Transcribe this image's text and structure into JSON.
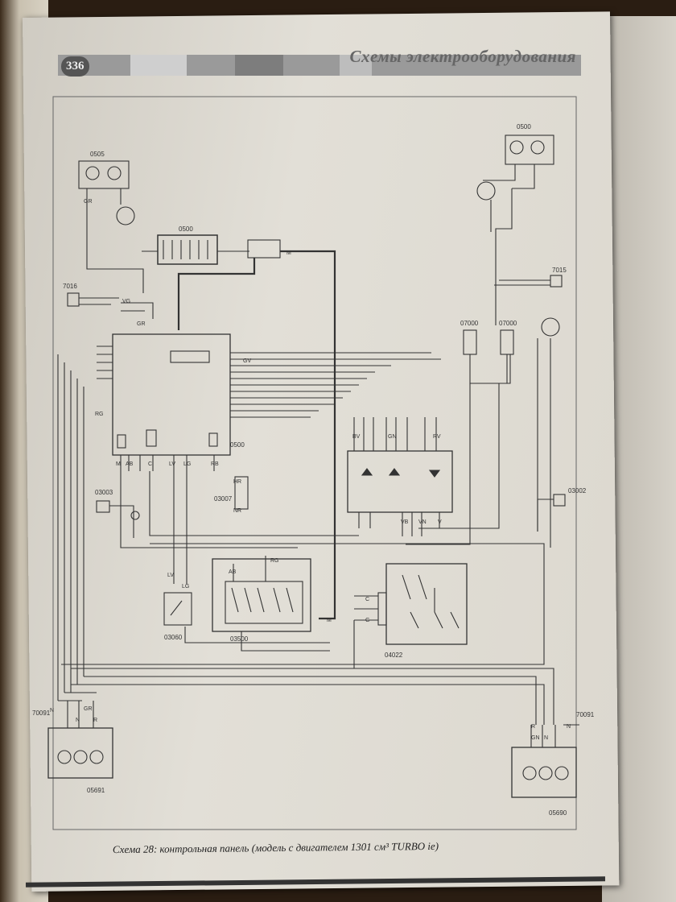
{
  "header": {
    "page_number": "336",
    "section_title": "Схемы электрооборудования"
  },
  "caption": "Схема 28: контрольная панель (модель с двигателем 1301 см³ TURBO ie)",
  "components": {
    "c0505": "0505",
    "c0500": "0500",
    "c7016": "7016",
    "c0500b": "0500",
    "c3003": "03003",
    "c3007": "03007",
    "c3060": "03060",
    "c3500": "03500",
    "c4022": "04022",
    "c5691": "05691",
    "c5690": "05690",
    "c0500c": "0500",
    "c7015": "7015",
    "c7000a": "07000",
    "c7000b": "07000",
    "c3002": "03002",
    "c70091a": "70091",
    "c70091b": "70091"
  },
  "wire_labels": {
    "gr": "GR",
    "r": "R",
    "n": "N",
    "vg": "VG",
    "rg": "RG",
    "ab": "AB",
    "lv": "LV",
    "lg": "LG",
    "rb": "RB",
    "c": "C",
    "m": "M",
    "g": "G",
    "bv": "BV",
    "gn": "GN",
    "rv": "RV",
    "vb": "VB",
    "vn": "VN",
    "v": "V",
    "hr": "HR",
    "nr": "NR",
    "gv": "GV"
  }
}
